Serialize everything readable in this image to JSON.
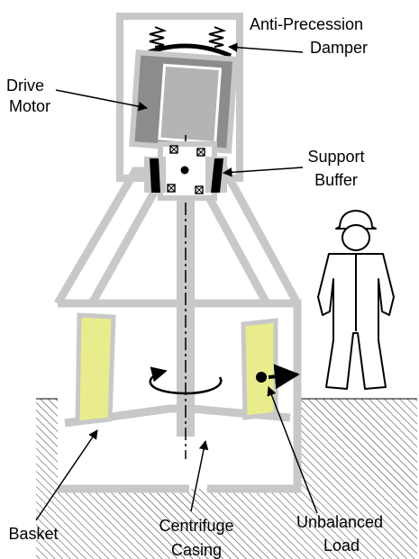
{
  "labels": {
    "damper_line1": "Anti-Precession",
    "damper_line2": "Damper",
    "motor_line1": "Drive",
    "motor_line2": "Motor",
    "buffer_line1": "Support",
    "buffer_line2": "Buffer",
    "basket": "Basket",
    "casing_line1": "Centrifuge",
    "casing_line2": "Casing",
    "load_line1": "Unbalanced",
    "load_line2": "Load"
  },
  "colors": {
    "structure": "#c8c8c8",
    "motor_dark": "#8c8c8c",
    "basket_fill": "#e8ec8c",
    "ink": "#000000"
  },
  "icons": [
    "spring-icon",
    "bearing-icon",
    "rotation-arrow-icon",
    "worker-figure-icon",
    "ground-hatch-icon"
  ]
}
